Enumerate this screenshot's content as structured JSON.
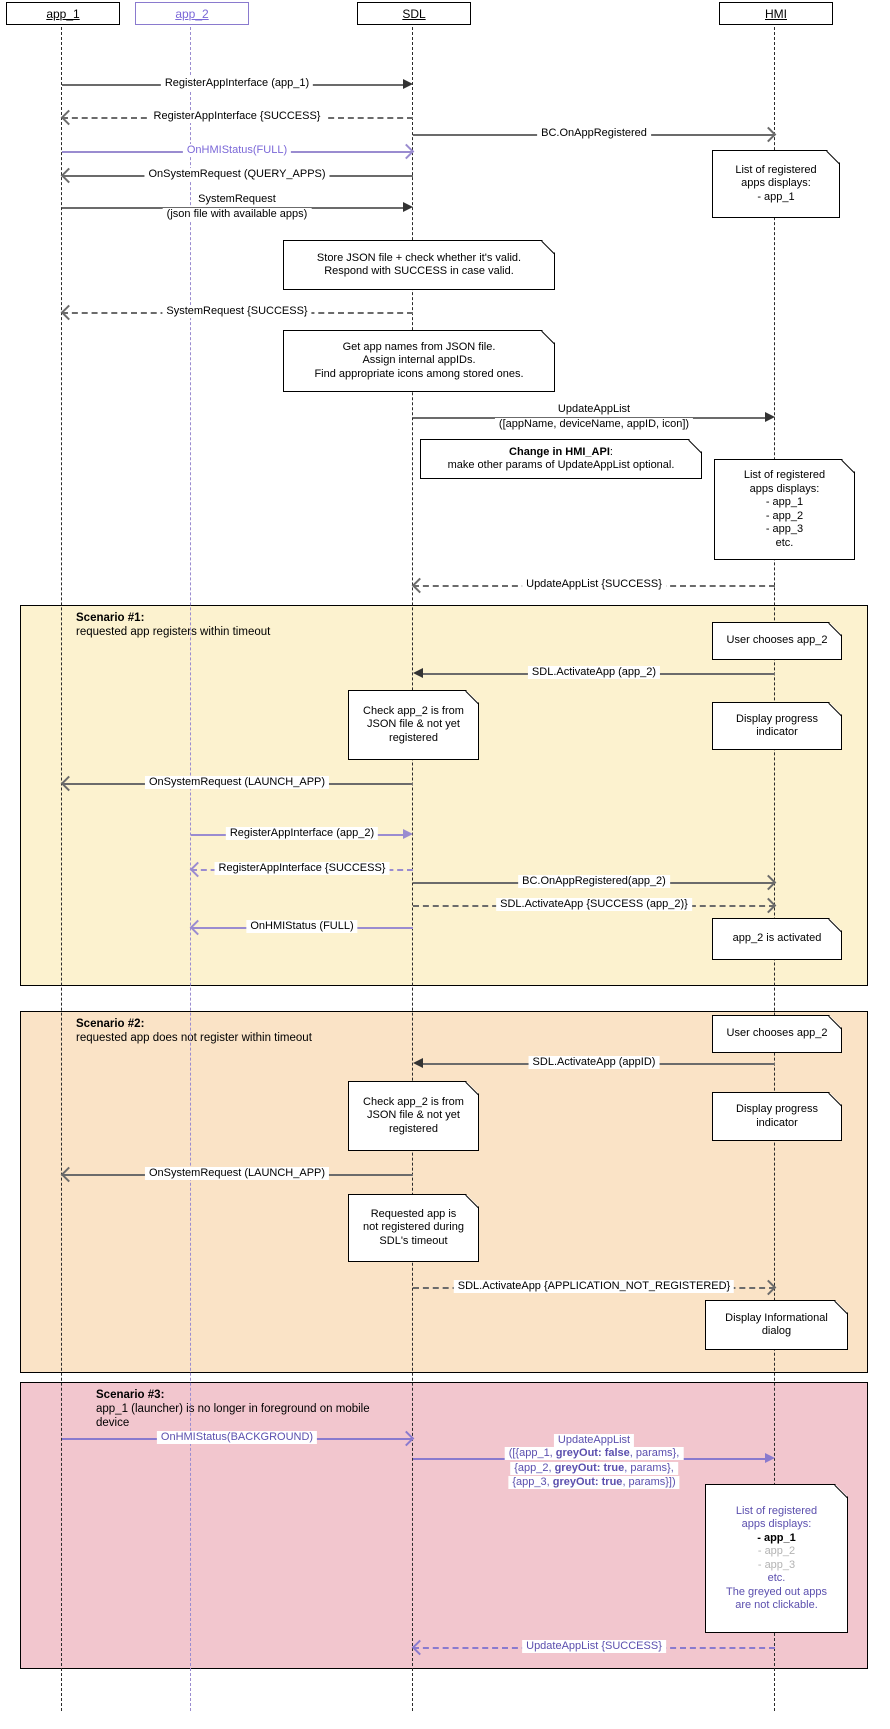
{
  "colors": {
    "accent_purple": "#9a8cd0",
    "purple_label": "#7b68d8",
    "scenario3_text_purple": "#5b4fae",
    "scenario1_fill": "#fcf2cf",
    "scenario2_fill": "#fae3c6",
    "scenario3_fill": "#f2c6ce",
    "arrow_grey": "#6b6b6b",
    "greyed_item": "#b3b3b3"
  },
  "lifelines": {
    "app1": "app_1",
    "app2": "app_2",
    "sdl": "SDL",
    "hmi": "HMI"
  },
  "scenarios": {
    "s1": {
      "title": "Scenario #1:",
      "sub": "requested app registers within timeout"
    },
    "s2": {
      "title": "Scenario #2:",
      "sub": "requested app does not register within timeout"
    },
    "s3": {
      "title": "Scenario #3:",
      "sub": "app_1 (launcher) is no longer in foreground on mobile device"
    }
  },
  "messages": {
    "m1": "RegisterAppInterface (app_1)",
    "m2": "RegisterAppInterface {SUCCESS}",
    "m3": "BC.OnAppRegistered",
    "m4": "OnHMIStatus(FULL)",
    "m5": "OnSystemRequest (QUERY_APPS)",
    "m6l1": "SystemRequest",
    "m6l2": "(json file with available apps)",
    "m7": "SystemRequest {SUCCESS}",
    "m8l1": "UpdateAppList",
    "m8l2": "([appName, deviceName, appID, icon])",
    "m9": "UpdateAppList {SUCCESS}",
    "m10": "SDL.ActivateApp (app_2)",
    "m11": "OnSystemRequest (LAUNCH_APP)",
    "m12": "RegisterAppInterface (app_2)",
    "m13": "RegisterAppInterface {SUCCESS}",
    "m14": "BC.OnAppRegistered(app_2)",
    "m15": "SDL.ActivateApp {SUCCESS (app_2)}",
    "m16": "OnHMIStatus (FULL)",
    "m17": "SDL.ActivateApp (appID)",
    "m18": "OnSystemRequest (LAUNCH_APP)",
    "m19": "SDL.ActivateApp {APPLICATION_NOT_REGISTERED}",
    "m20": "OnHMIStatus(BACKGROUND)",
    "m21": {
      "l1": "UpdateAppList",
      "l2a": "([{app_1, ",
      "l2b": "greyOut: false",
      "l2c": ", params},",
      "l3a": "{app_2, ",
      "l3b": "greyOut: true",
      "l3c": ", params},",
      "l4a": "{app_3, ",
      "l4b": "greyOut: true",
      "l4c": ", params}])"
    },
    "m22": "UpdateAppList {SUCCESS}"
  },
  "notes": {
    "n1": "List of registered\napps displays:\n- app_1",
    "n2": "Store JSON file + check whether it's valid.\nRespond with SUCCESS in case valid.",
    "n3": "Get app names from JSON file.\nAssign internal appIDs.\nFind appropriate icons among stored ones.",
    "n4": {
      "bold": "Change in HMI_API",
      "colon": ":",
      "l2": "make other params of UpdateAppList optional."
    },
    "n5": "List of registered\napps displays:\n- app_1\n- app_2\n- app_3\netc.",
    "n6": "User chooses app_2",
    "n7": "Check app_2 is from\nJSON file & not yet\nregistered",
    "n8": "Display progress\nindicator",
    "n9": "app_2 is activated",
    "n10": "User chooses app_2",
    "n11": "Check app_2 is from\nJSON file & not yet\nregistered",
    "n12": "Display progress\nindicator",
    "n13": "Requested app is\nnot registered during\nSDL's timeout",
    "n14": "Display Informational\ndialog",
    "n15": {
      "l1": "List of registered\napps displays:",
      "l2": "- app_1",
      "l3": "- app_2",
      "l4": "- app_3",
      "l5": "etc.\nThe greyed out apps\nare not clickable."
    }
  }
}
